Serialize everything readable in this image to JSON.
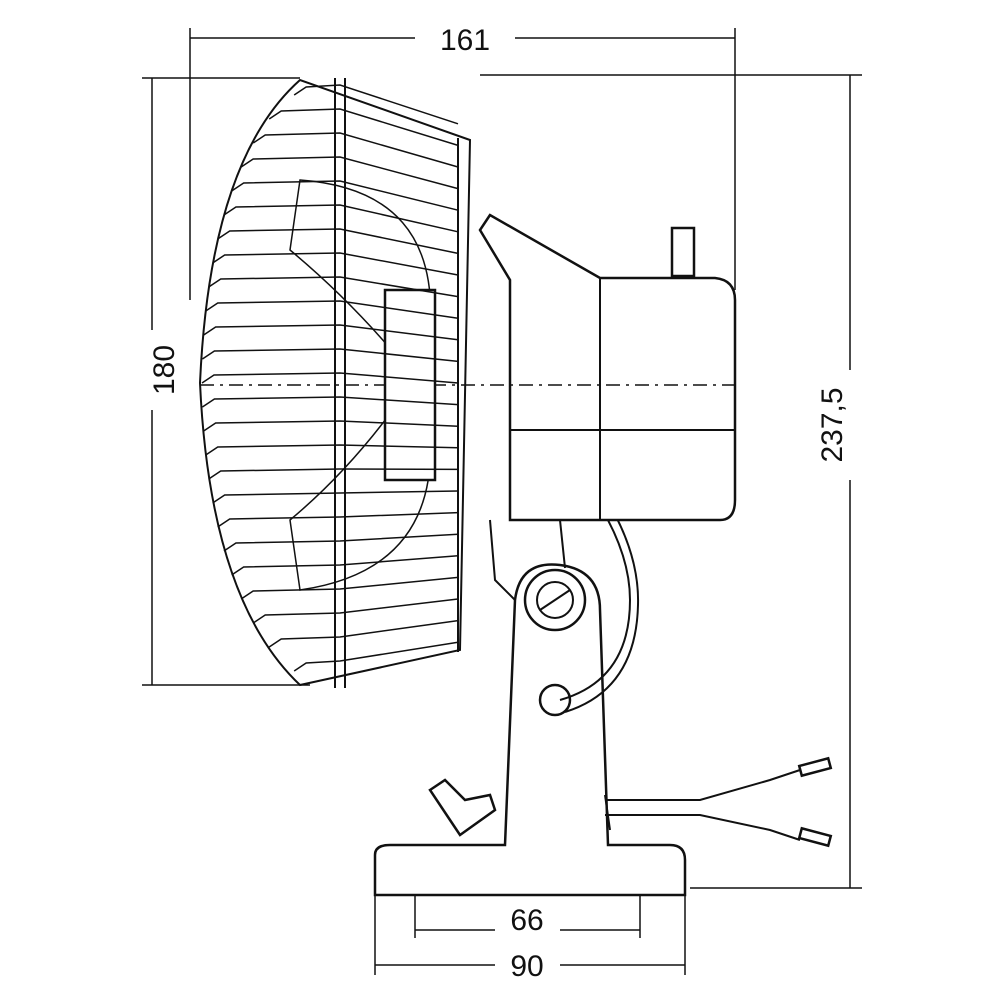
{
  "dimensions": {
    "total_depth": "161",
    "cage_height": "180",
    "total_height": "237,5",
    "base_hole_spacing": "66",
    "base_width": "90"
  },
  "colors": {
    "line": "#111111",
    "background": "#ffffff"
  }
}
